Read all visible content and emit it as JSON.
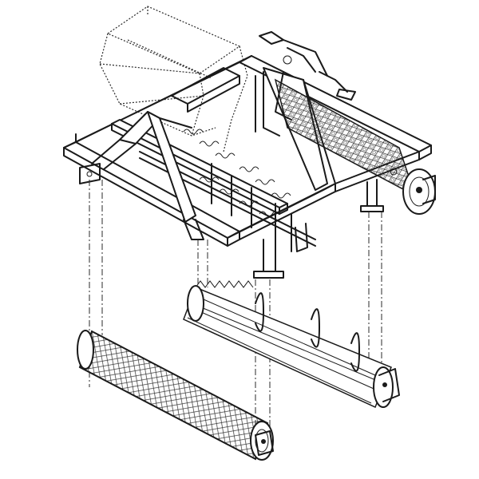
{
  "figure": {
    "kind": "exploded-isometric-line-drawing",
    "subject_parts": [
      "frame",
      "hopper",
      "spring-tines",
      "mesh-roller",
      "crumbler-roller",
      "hydraulic-fitting"
    ],
    "colors": {
      "line": "#1a1a1a",
      "background": "#ffffff"
    }
  }
}
